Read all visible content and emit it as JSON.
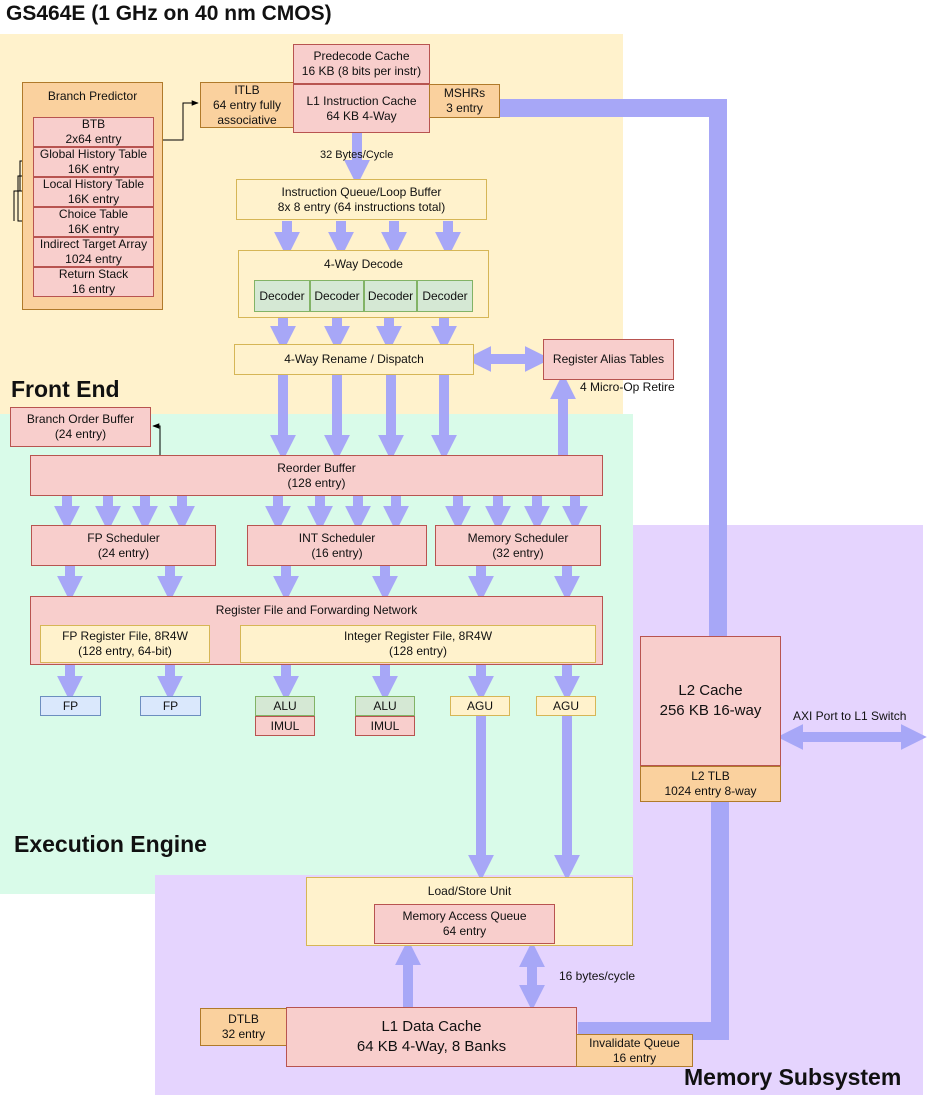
{
  "title": "GS464E (1 GHz on 40 nm CMOS)",
  "regions": {
    "front_end": "Front End",
    "execution_engine": "Execution Engine",
    "memory_subsystem": "Memory Subsystem"
  },
  "branch_predictor": {
    "title": "Branch Predictor",
    "entries": [
      {
        "name": "BTB",
        "size": "2x64 entry"
      },
      {
        "name": "Global History Table",
        "size": "16K entry"
      },
      {
        "name": "Local History Table",
        "size": "16K entry"
      },
      {
        "name": "Choice Table",
        "size": "16K entry"
      },
      {
        "name": "Indirect Target Array",
        "size": "1024 entry"
      },
      {
        "name": "Return Stack",
        "size": "16 entry"
      }
    ]
  },
  "itlb": {
    "line1": "ITLB",
    "line2": "64 entry fully",
    "line3": "associative"
  },
  "predecode": {
    "line1": "Predecode Cache",
    "line2": "16 KB (8 bits per instr)"
  },
  "l1i": {
    "line1": "L1 Instruction Cache",
    "line2": "64 KB 4-Way"
  },
  "mshrs": {
    "line1": "MSHRs",
    "line2": "3 entry"
  },
  "bandwidth_fetch": "32 Bytes/Cycle",
  "iq": {
    "line1": "Instruction Queue/Loop Buffer",
    "line2": "8x 8 entry (64 instructions total)"
  },
  "decode": {
    "title": "4-Way Decode",
    "units": [
      "Decoder",
      "Decoder",
      "Decoder",
      "Decoder"
    ]
  },
  "rename": "4-Way Rename / Dispatch",
  "rat": "Register Alias Tables",
  "retire": "4 Micro-Op Retire",
  "bob": {
    "line1": "Branch Order Buffer",
    "line2": "(24 entry)"
  },
  "rob": {
    "line1": "Reorder Buffer",
    "line2": "(128 entry)"
  },
  "fp_sched": {
    "line1": "FP Scheduler",
    "line2": "(24 entry)"
  },
  "int_sched": {
    "line1": "INT Scheduler",
    "line2": "(16 entry)"
  },
  "mem_sched": {
    "line1": "Memory Scheduler",
    "line2": "(32 entry)"
  },
  "regfile": {
    "title": "Register File and Forwarding Network"
  },
  "fp_rf": {
    "line1": "FP Register File, 8R4W",
    "line2": "(128 entry, 64-bit)"
  },
  "int_rf": {
    "line1": "Integer Register File, 8R4W",
    "line2": "(128 entry)"
  },
  "units": {
    "fp": "FP",
    "alu": "ALU",
    "imul": "IMUL",
    "agu": "AGU"
  },
  "lsu": {
    "title": "Load/Store Unit",
    "maq1": "Memory Access Queue",
    "maq2": "64 entry"
  },
  "bandwidth_l1d": "16 bytes/cycle",
  "dtlb": {
    "line1": "DTLB",
    "line2": "32 entry"
  },
  "l1d": {
    "line1": "L1 Data Cache",
    "line2": "64 KB 4-Way, 8 Banks"
  },
  "invq": {
    "line1": "Invalidate Queue",
    "line2": "16 entry"
  },
  "l2": {
    "line1": "L2 Cache",
    "line2": "256 KB 16-way"
  },
  "l2tlb": {
    "line1": "L2 TLB",
    "line2": "1024 entry 8-way"
  },
  "axi": "AXI Port to L1 Switch",
  "colors": {
    "front_end": "#fff2cc",
    "execution": "#d9fbe9",
    "memory": "#e5d4fe",
    "arrow": "#a7a7f7",
    "pink": "#f8cecc",
    "orange": "#fad19e",
    "cream": "#fff2cc"
  }
}
